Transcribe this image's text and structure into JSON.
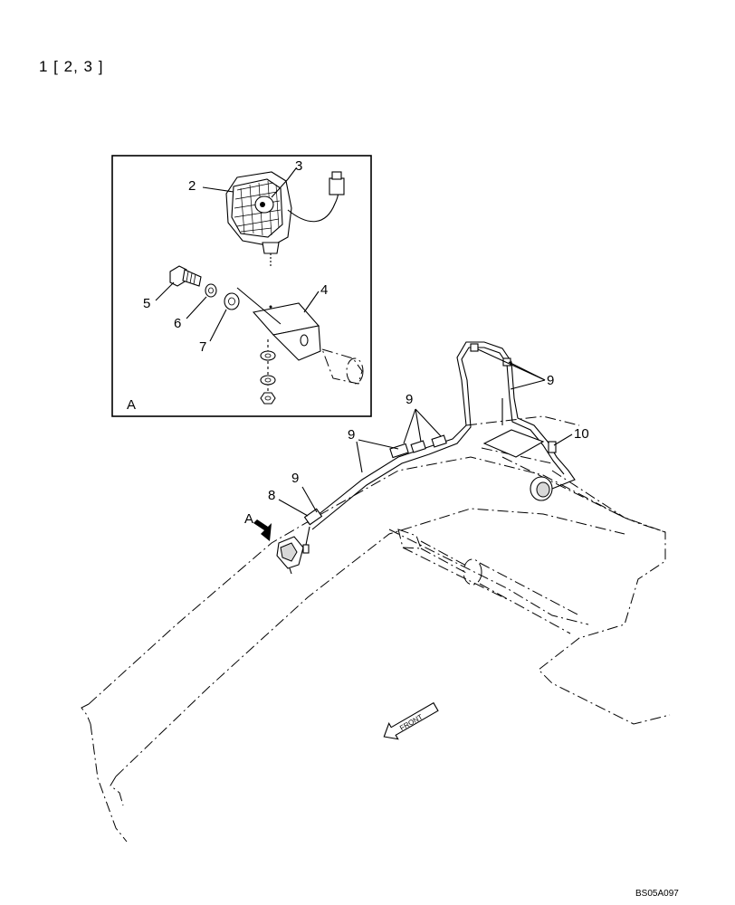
{
  "header": {
    "reference": "1 [ 2, 3 ]"
  },
  "detail_view": {
    "view_label": "A",
    "callouts": [
      "2",
      "3",
      "4",
      "5",
      "6",
      "7"
    ]
  },
  "main_view": {
    "callouts": [
      "8",
      "9",
      "9",
      "9",
      "9",
      "10"
    ],
    "view_arrow_label": "A",
    "direction_label": "FRONT"
  },
  "footer": {
    "drawing_code": "BS05A097"
  }
}
